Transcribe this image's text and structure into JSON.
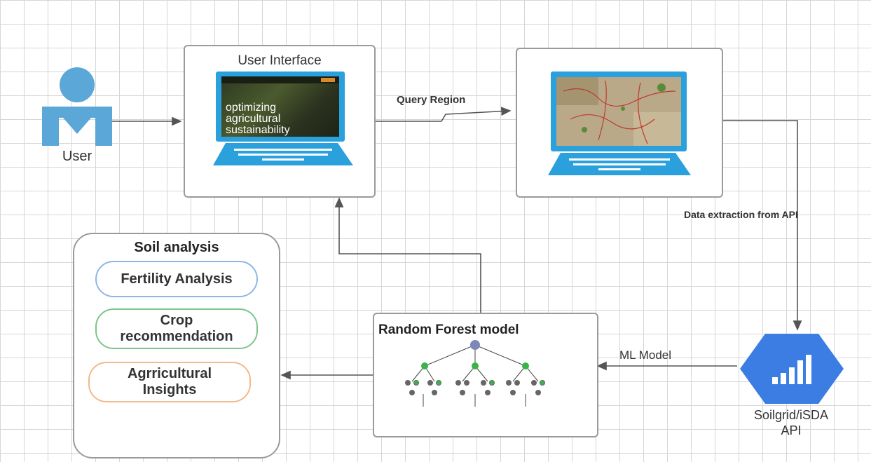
{
  "user": {
    "label": "User",
    "icon": "user-icon",
    "color": "#5ba7d8"
  },
  "ui_box": {
    "title": "User Interface",
    "screen_lines": [
      "optimizing",
      "agricultural",
      "sustainability"
    ]
  },
  "map_box": {
    "icon": "map-laptop-icon"
  },
  "edges": {
    "query_region": "Query Region",
    "data_extraction": "Data extraction from API",
    "ml_model": "ML Model"
  },
  "api": {
    "label_line1": "Soilgrid/iSDA",
    "label_line2": "API",
    "icon": "hexagon-chart-icon",
    "color": "#3c7de4"
  },
  "rf_box": {
    "title": "Random Forest model",
    "icon": "decision-tree-icon"
  },
  "soil_box": {
    "title": "Soil analysis",
    "items": [
      {
        "line1": "Fertility Analysis",
        "line2": "",
        "border": "#8fb6e6"
      },
      {
        "line1": "Crop",
        "line2": "recommendation",
        "border": "#7cc58a"
      },
      {
        "line1": "Agrricultural",
        "line2": "Insights",
        "border": "#f2b98a"
      }
    ]
  },
  "colors": {
    "laptop": "#2aa0dc",
    "arrow": "#555555",
    "tree_node": "#3bb24a",
    "tree_root": "#7d88b8",
    "tree_leaf": "#666666"
  }
}
